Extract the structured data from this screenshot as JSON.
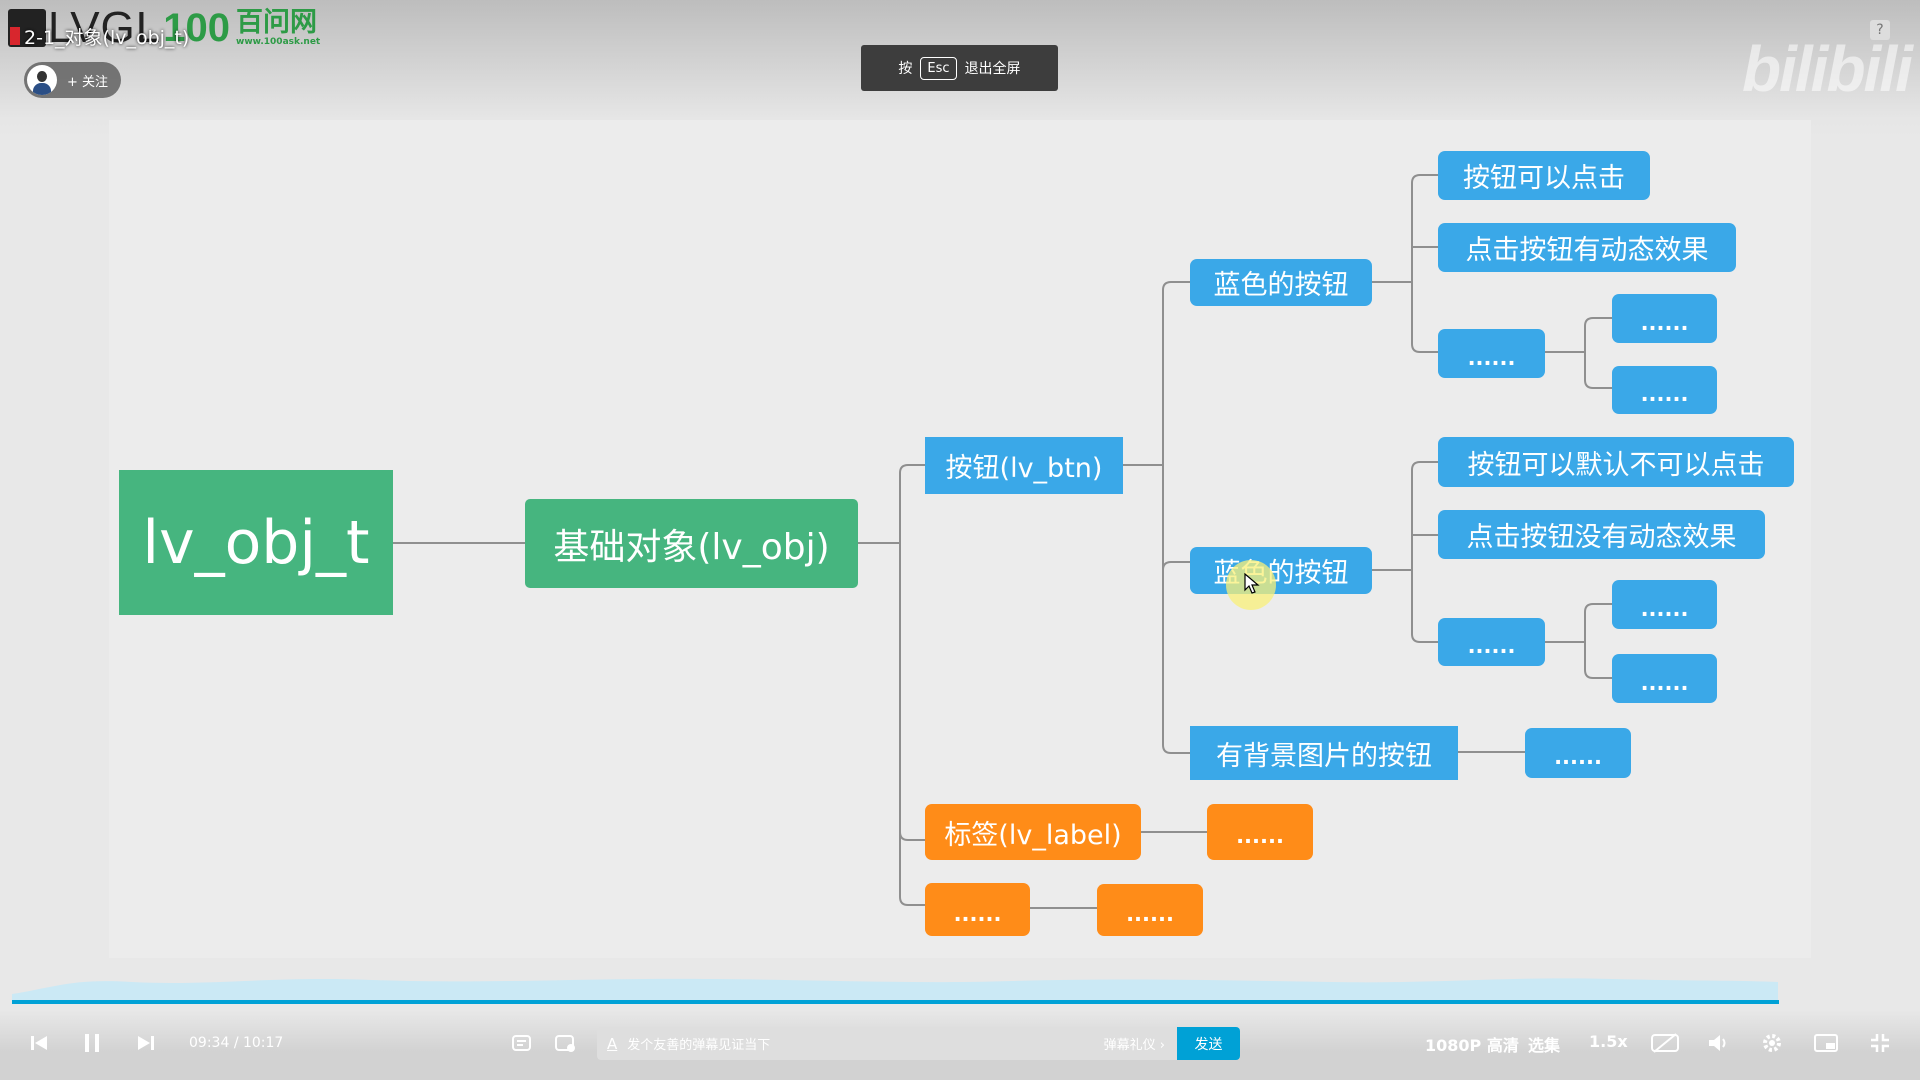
{
  "video_title": "2-1_对象(lv_obj_t)",
  "logo": {
    "lvgl": "LVGL",
    "num": "100",
    "cn": "百问网",
    "url": "www.100ask.net"
  },
  "follow_label": "+ 关注",
  "fullscreen_hint": {
    "prefix": "按",
    "key": "Esc",
    "suffix": "退出全屏"
  },
  "help_label": "?",
  "watermark": "bilibili",
  "mindmap": {
    "root": "lv_obj_t",
    "base": "基础对象(lv_obj)",
    "btn": "按钮(lv_btn)",
    "blue_btn_1": "蓝色的按钮",
    "blue_btn_2": "蓝色的按钮",
    "bg_btn": "有背景图片的按钮",
    "leaf_clickable": "按钮可以点击",
    "leaf_anim": "点击按钮有动态效果",
    "leaf_not_clickable": "按钮可以默认不可以点击",
    "leaf_no_anim": "点击按钮没有动态效果",
    "label": "标签(lv_label)",
    "ellipsis": "......"
  },
  "player": {
    "time_current": "09:34",
    "time_sep": "/",
    "time_total": "10:17",
    "progress": 0.94,
    "danmaku_placeholder": "发个友善的弹幕见证当下",
    "danmaku_etiquette": "弹幕礼仪 ›",
    "send_label": "发送",
    "quality": "1080P 高清",
    "episodes": "选集",
    "speed": "1.5x"
  }
}
